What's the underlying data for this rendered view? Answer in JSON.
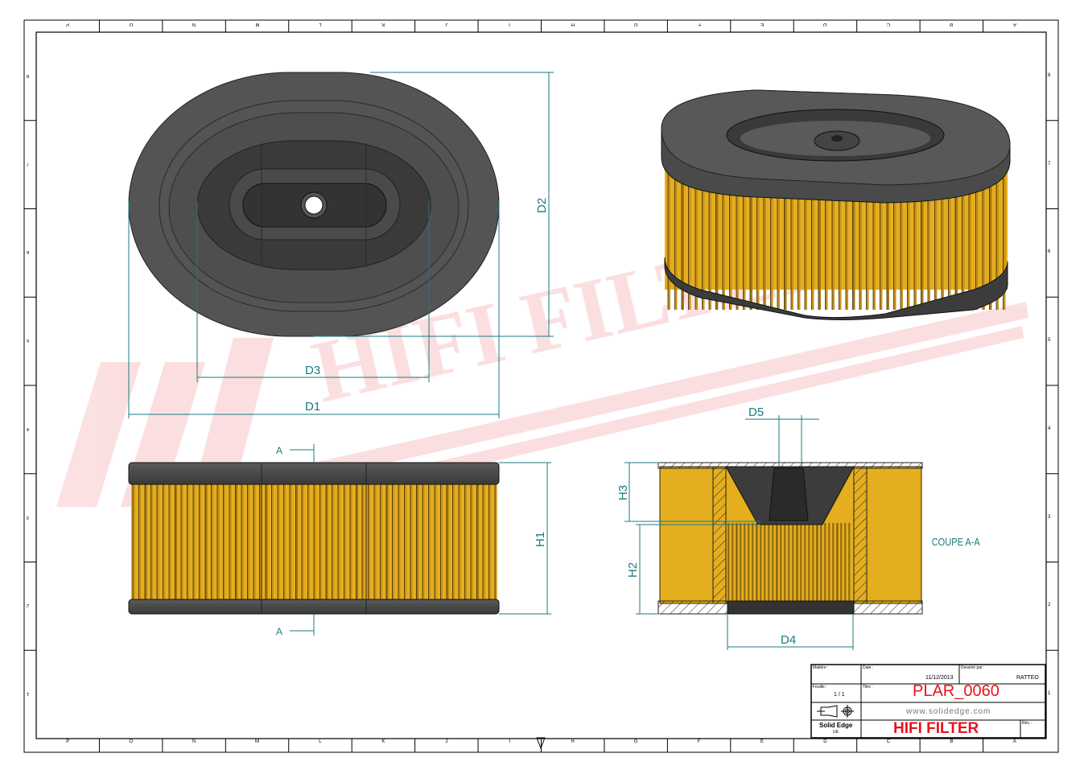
{
  "watermark": "HIFI FILTER",
  "border": {
    "columns": [
      "P",
      "O",
      "N",
      "M",
      "L",
      "K",
      "J",
      "I",
      "H",
      "G",
      "F",
      "E",
      "D",
      "C",
      "B",
      "A"
    ],
    "rows": [
      "8",
      "7",
      "6",
      "5",
      "4",
      "3",
      "2",
      "1"
    ]
  },
  "dimensions": {
    "d1": "D1",
    "d2": "D2",
    "d3": "D3",
    "d4": "D4",
    "d5": "D5",
    "h1": "H1",
    "h2": "H2",
    "h3": "H3"
  },
  "section": {
    "marker": "A",
    "label": "COUPE A-A"
  },
  "colors": {
    "dim": "#1a7a80",
    "filter": "#e5ae1e",
    "rubber": "#4a4a4a",
    "title_red": "#e8141c"
  },
  "title_block": {
    "material_label": "Matière :",
    "date_label": "Date :",
    "date": "11/12/2013",
    "drawer_label": "Dessiné par :",
    "drawer": "RATTEO",
    "sheet_label": "Feuille :",
    "sheet": "1 / 1",
    "title_label": "Titre :",
    "title": "PLAR_0060",
    "website": "www.solidedge.com",
    "software": "Solid Edge",
    "software_sub": "UE",
    "company": "HIFI FILTER",
    "rev_label": "Rév. :"
  }
}
